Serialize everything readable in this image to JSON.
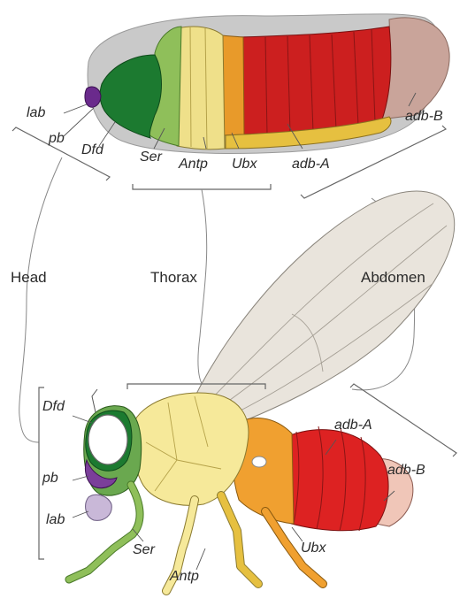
{
  "embryo_labels": {
    "lab": "lab",
    "pb": "pb",
    "dfd": "Dfd",
    "ser": "Ser",
    "antp": "Antp",
    "ubx": "Ubx",
    "adb_a": "adb-A",
    "adb_b": "adb-B"
  },
  "region_labels": {
    "head": "Head",
    "thorax": "Thorax",
    "abdomen": "Abdomen"
  },
  "fly_labels": {
    "dfd": "Dfd",
    "pb": "pb",
    "lab": "lab",
    "ser": "Ser",
    "antp": "Antp",
    "ubx": "Ubx",
    "adb_a": "adb-A",
    "adb_b": "adb-B"
  },
  "colors": {
    "lab": "#6a2a8c",
    "pb": "#7b3f9a",
    "dfd": "#1f8a3a",
    "ser": "#6aa84f",
    "antp": "#f3e59a",
    "ubx": "#f0a030",
    "adb_a": "#d62020",
    "adb_b": "#e8b8a8",
    "unexpressed": "#cfcfcf"
  }
}
